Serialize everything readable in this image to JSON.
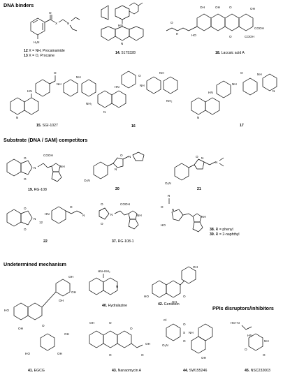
{
  "sections": {
    "dna_binders": "DNA binders",
    "substrate": "Substrate (DNA / SAM) competitors",
    "undetermined": "Undetermined mechanism",
    "ppi": "PPIs disruptors/inhibitors"
  },
  "compounds": {
    "c12": {
      "num": "12",
      "text": "X = NH, Procainamide"
    },
    "c13": {
      "num": "13",
      "text": "X = O, Procaine"
    },
    "c14": {
      "num": "14.",
      "text": "5175328"
    },
    "c18": {
      "num": "18.",
      "text": "Laccaic acid A"
    },
    "c15": {
      "num": "15.",
      "text": "SGI-1027"
    },
    "c16": {
      "num": "16",
      "text": ""
    },
    "c17": {
      "num": "17",
      "text": ""
    },
    "c19": {
      "num": "19.",
      "text": "RG-108"
    },
    "c20": {
      "num": "20",
      "text": ""
    },
    "c21": {
      "num": "21",
      "text": ""
    },
    "c22": {
      "num": "22",
      "text": ""
    },
    "c37": {
      "num": "37.",
      "text": "RG-108-1"
    },
    "c38": {
      "num": "38.",
      "text": "R = phenyl"
    },
    "c39": {
      "num": "39.",
      "text": "R = 2-naphthyl"
    },
    "c40": {
      "num": "40.",
      "text": "Hydralazine"
    },
    "c42": {
      "num": "42.",
      "text": "Genistein"
    },
    "c41": {
      "num": "41.",
      "text": "EGCG"
    },
    "c43": {
      "num": "43.",
      "text": "Nanaomycin A"
    },
    "c44": {
      "num": "44.",
      "text": "SW155246"
    },
    "c45": {
      "num": "45.",
      "text": "NSC232003"
    }
  },
  "atom_labels": {
    "h2n": "H₂N",
    "x": "X",
    "n": "N",
    "hn": "HN",
    "nh": "NH",
    "h": "H",
    "o": "O",
    "oh": "OH",
    "ho": "HO",
    "nh2": "NH₂",
    "cooh": "COOH",
    "no2": "O₂N",
    "cl": "Cl",
    "r": "R",
    "nhnh2": "HN–NH₂",
    "o2n_s": "O₂N",
    "nh_12": "12",
    "s": "S",
    "hono": "HO–N"
  }
}
